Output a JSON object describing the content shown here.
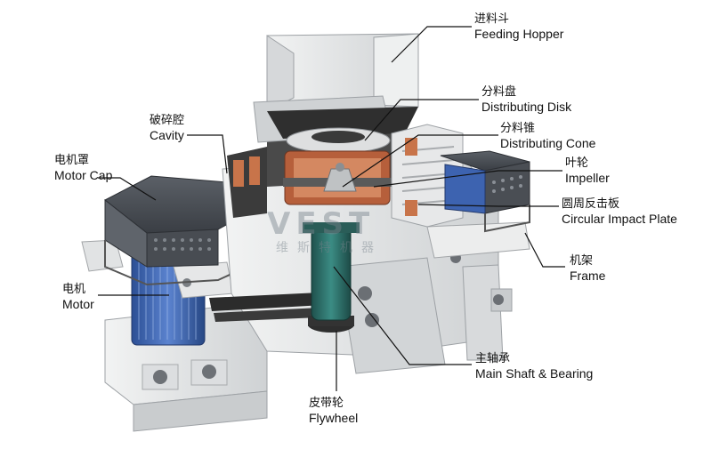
{
  "labels": {
    "feeding_hopper": {
      "zh": "进料斗",
      "en": "Feeding Hopper"
    },
    "distributing_disk": {
      "zh": "分料盘",
      "en": "Distributing Disk"
    },
    "distributing_cone": {
      "zh": "分料锥",
      "en": "Distributing Cone"
    },
    "impeller": {
      "zh": "叶轮",
      "en": "Impeller"
    },
    "circular_impact_plate": {
      "zh": "圆周反击板",
      "en": "Circular Impact Plate"
    },
    "frame": {
      "zh": "机架",
      "en": "Frame"
    },
    "main_shaft": {
      "zh": "主轴承",
      "en": "Main Shaft & Bearing"
    },
    "flywheel": {
      "zh": "皮带轮",
      "en": "Flywheel"
    },
    "motor": {
      "zh": "电机",
      "en": "Motor"
    },
    "motor_cap": {
      "zh": "电机罩",
      "en": "Motor Cap"
    },
    "cavity": {
      "zh": "破碎腔",
      "en": "Cavity"
    }
  },
  "watermark": {
    "brand": "VEST",
    "zh": "维斯特机器"
  },
  "colors": {
    "frame": "#e4e5e6",
    "frame_shadow": "#b9bcbf",
    "motor": "#3d63b0",
    "motor_cap": "#4b4f55",
    "shaft": "#2d6e68",
    "impeller": "#c8744a",
    "cavity_dark": "#3a3a3a",
    "leader": "#111111"
  }
}
